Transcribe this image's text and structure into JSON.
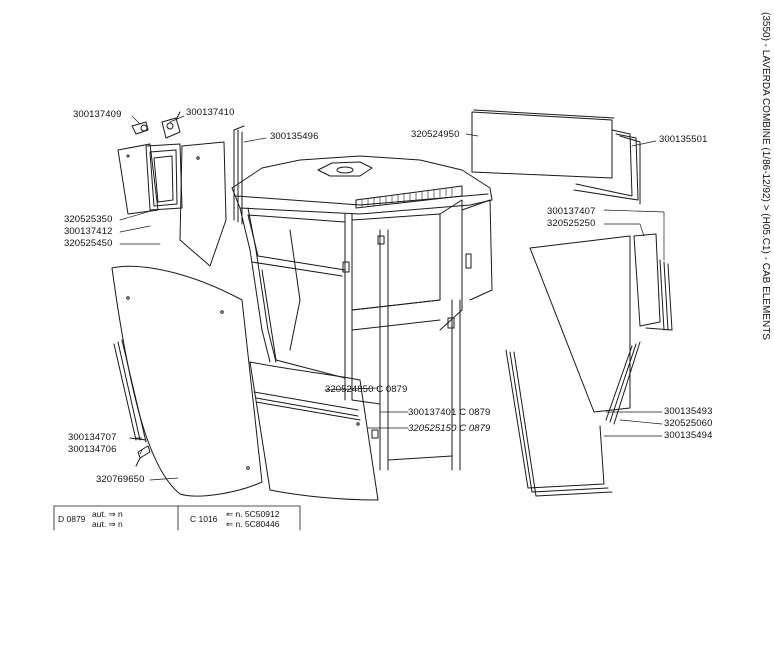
{
  "title": "(3550) - LAVERDA COMBINE (1/86-12/92) > (H05.C1) - CAB ELEMENTS",
  "parts": {
    "p300137409": "300137409",
    "p300137410": "300137410",
    "p300135496": "300135496",
    "p320525350": "320525350",
    "p300137412": "300137412",
    "p320525450": "320525450",
    "p320524950": "320524950",
    "p300135501": "300135501",
    "p300137407": "300137407",
    "p320525250": "320525250",
    "p320524850": "320524850 C 0879",
    "p300137401": "300137401 C 0879",
    "p320525150": "320525150 C 0879",
    "p300135493": "300135493",
    "p320525060": "320525060",
    "p300135494": "300135494",
    "p300134707": "300134707",
    "p300134706": "300134706",
    "p320769650": "320769650"
  },
  "legend": {
    "left_code": "D 0879",
    "left_line1": "aut. ⇒ n",
    "left_line2": "aut. ⇒ n",
    "right_code": "C 1016",
    "right_line1": "⇐ n. 5C50912",
    "right_line2": "⇐ n. 5C80446"
  },
  "colors": {
    "ink": "#1a1a1a"
  }
}
